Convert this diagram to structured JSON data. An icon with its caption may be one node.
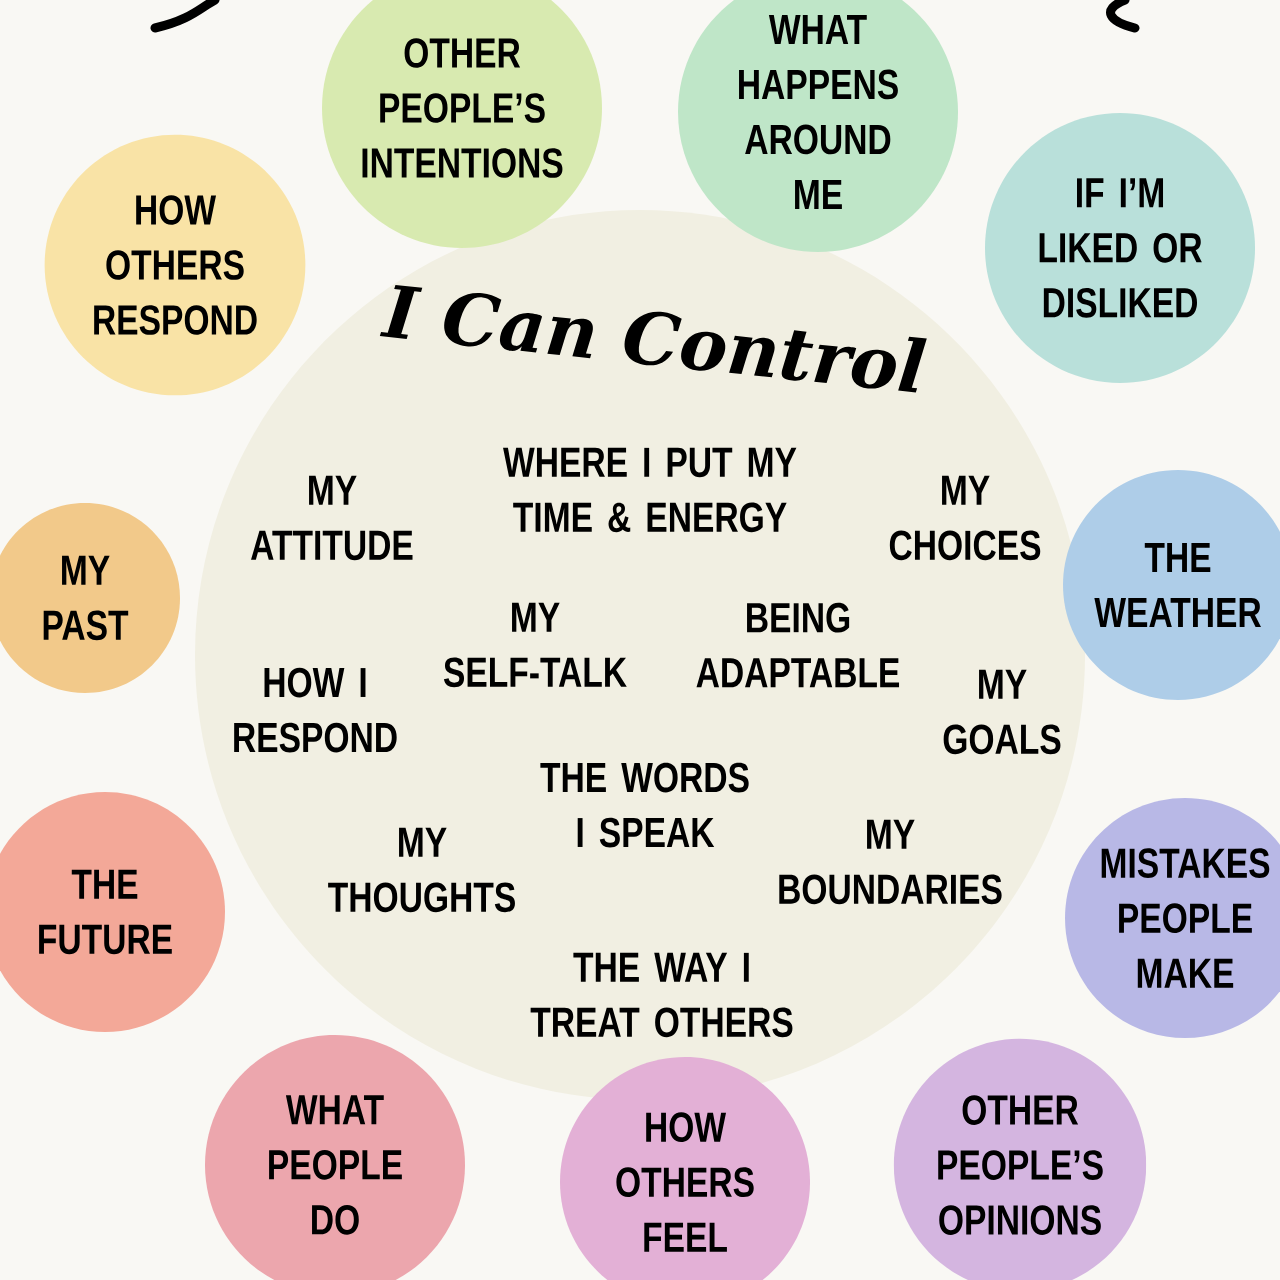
{
  "diagram": {
    "nodes": [
      {
        "text": [
          "I Can Control",
          "WHERE I PUT MY TIME & ENERGY",
          "MY ATTITUDE",
          "MY CHOICES",
          "MY SELF-TALK",
          "BEING ADAPTABLE",
          "HOW I RESPOND",
          "MY GOALS",
          "THE WORDS I SPEAK",
          "MY THOUGHTS",
          "MY BOUNDARIES",
          "THE WAY I TREAT OTHERS"
        ]
      },
      {
        "text": [
          "OTHER PEOPLE’S INTENTIONS"
        ]
      },
      {
        "text": [
          "WHAT HAPPENS AROUND ME"
        ]
      },
      {
        "text": [
          "HOW OTHERS RESPOND"
        ]
      },
      {
        "text": [
          "IF I’M LIKED OR DISLIKED"
        ]
      },
      {
        "text": [
          "MY PAST"
        ]
      },
      {
        "text": [
          "THE WEATHER"
        ]
      },
      {
        "text": [
          "THE FUTURE"
        ]
      },
      {
        "text": [
          "MISTAKES PEOPLE MAKE"
        ]
      },
      {
        "text": [
          "WHAT PEOPLE DO"
        ]
      },
      {
        "text": [
          "OTHER PEOPLE’S OPINIONS"
        ]
      },
      {
        "text": [
          "HOW OTHERS FEEL"
        ]
      }
    ]
  }
}
